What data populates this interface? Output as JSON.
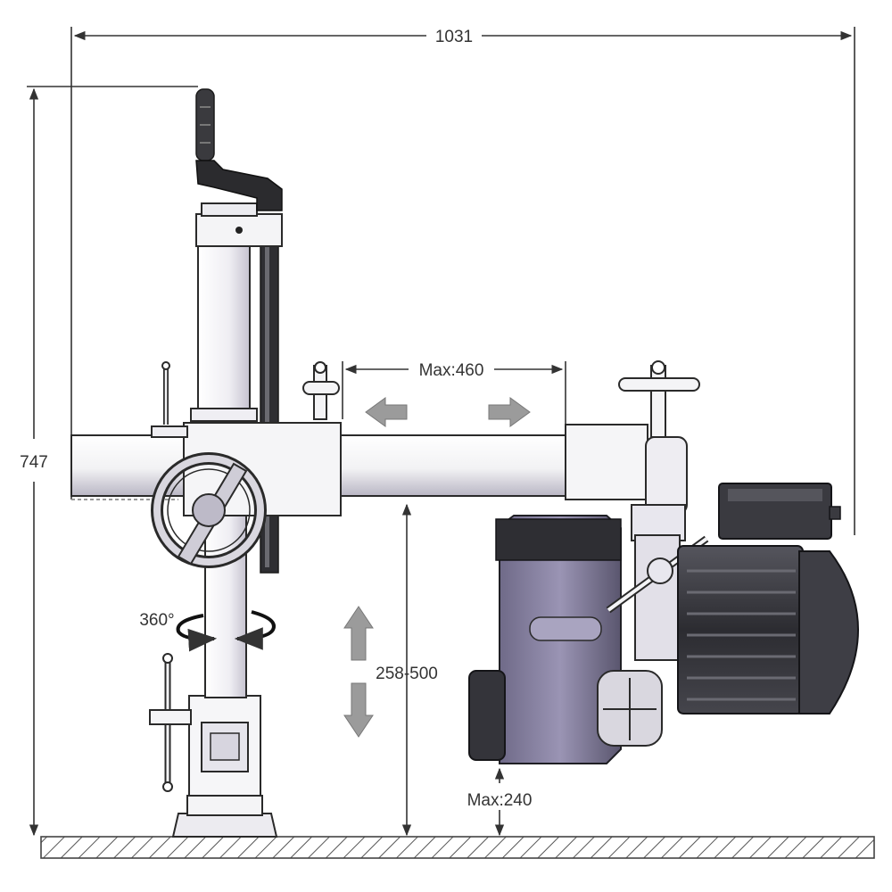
{
  "dimensions": {
    "overall_width": "1031",
    "overall_height": "747",
    "arm_travel": "Max:460",
    "height_range": "258-500",
    "min_clearance": "Max:240",
    "rotation": "360°"
  },
  "colors": {
    "metal_light": "#f2f2f4",
    "metal_shade": "#c9c7d2",
    "handle_dark": "#2b2b2e",
    "motor_dark": "#3c3c42",
    "gearbox_purple": "#8c86a6",
    "arrow_gray": "#9b9b9b",
    "floor_hatch": "#555555"
  }
}
